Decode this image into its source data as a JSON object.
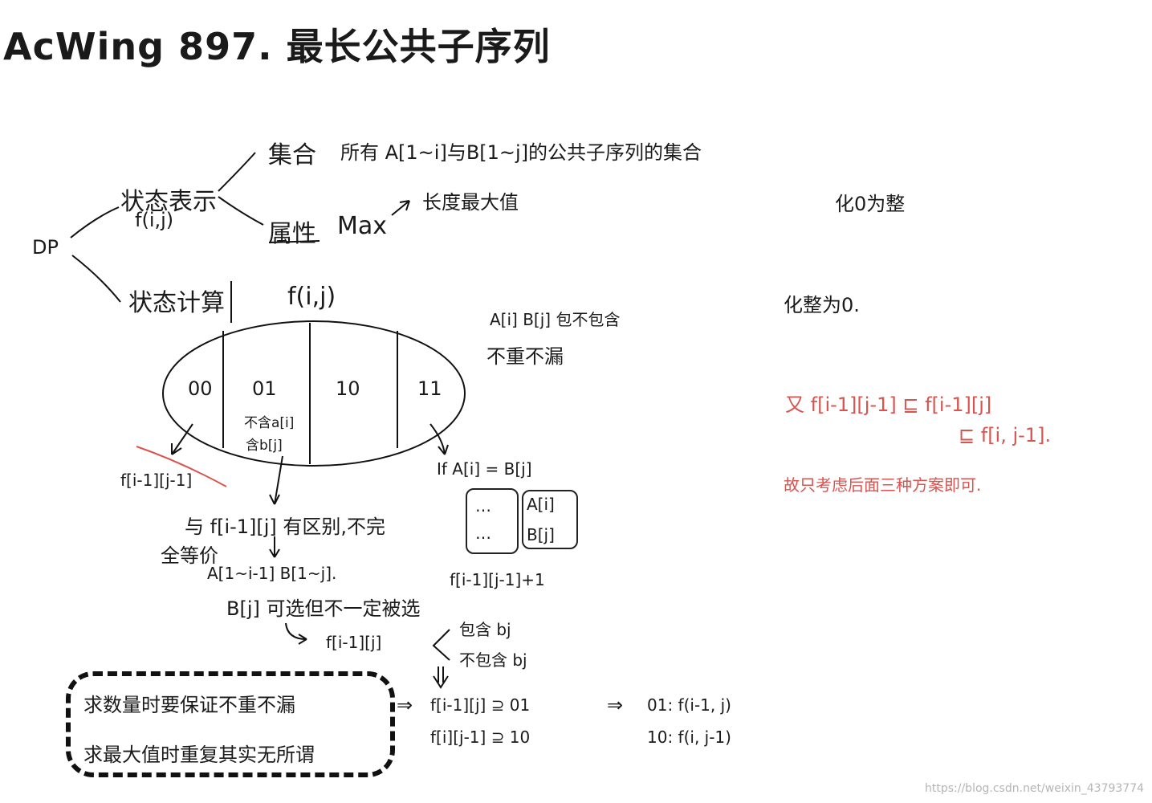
{
  "title": "AcWing 897. 最长公共子序列",
  "dp": "DP",
  "state_repr": {
    "label": "状态表示",
    "func": "f(i,j)"
  },
  "set": {
    "label": "集合",
    "desc": "所有 A[1~i]与B[1~j]的公共子序列的集合"
  },
  "attr": {
    "label": "属性",
    "value": "Max",
    "desc": "长度最大值"
  },
  "state_calc": {
    "label": "状态计算",
    "func": "f(i,j)"
  },
  "ellipse": {
    "parts": [
      "00",
      "01",
      "10",
      "11"
    ]
  },
  "note_contains": "A[i] B[j] 包不包含",
  "note_nodup": "不重不漏",
  "note_01_sub": [
    "不含a[i]",
    "含b[j]"
  ],
  "case00": "f[i-1][j-1]",
  "case11_cond": "If A[i] = B[j]",
  "case11_box": {
    "left": [
      "…",
      "…"
    ],
    "right": [
      "A[i]",
      "B[j]"
    ]
  },
  "case11_result": "f[i-1][j-1]+1",
  "diff": {
    "line1": "与 f[i-1][j] 有区别,不完",
    "line2": "全等价"
  },
  "range": "A[1~i-1] B[1~j].",
  "optional": "B[j] 可选但不一定被选",
  "branch": {
    "func": "f[i-1][j]",
    "options": [
      "包含 bj",
      "不包含 bj"
    ]
  },
  "dashed_box": {
    "line1": "求数量时要保证不重不漏",
    "line2": "求最大值时重复其实无所谓"
  },
  "superset1": "f[i-1][j] ⊇ 01",
  "superset2": "f[i][j-1] ⊇ 10",
  "map1": "01: f(i-1, j)",
  "map2": "10: f(i, j-1)",
  "right_note1": "化0为整",
  "right_note2": "化整为0.",
  "red_note": {
    "line1": "又 f[i-1][j-1] ⊑ f[i-1][j]",
    "line2": "⊑ f[i, j-1].",
    "line3": "故只考虑后面三种方案即可."
  },
  "watermark": "https://blog.csdn.net/weixin_43793774",
  "colors": {
    "ink": "#1a1a1a",
    "red": "#d9534f"
  }
}
